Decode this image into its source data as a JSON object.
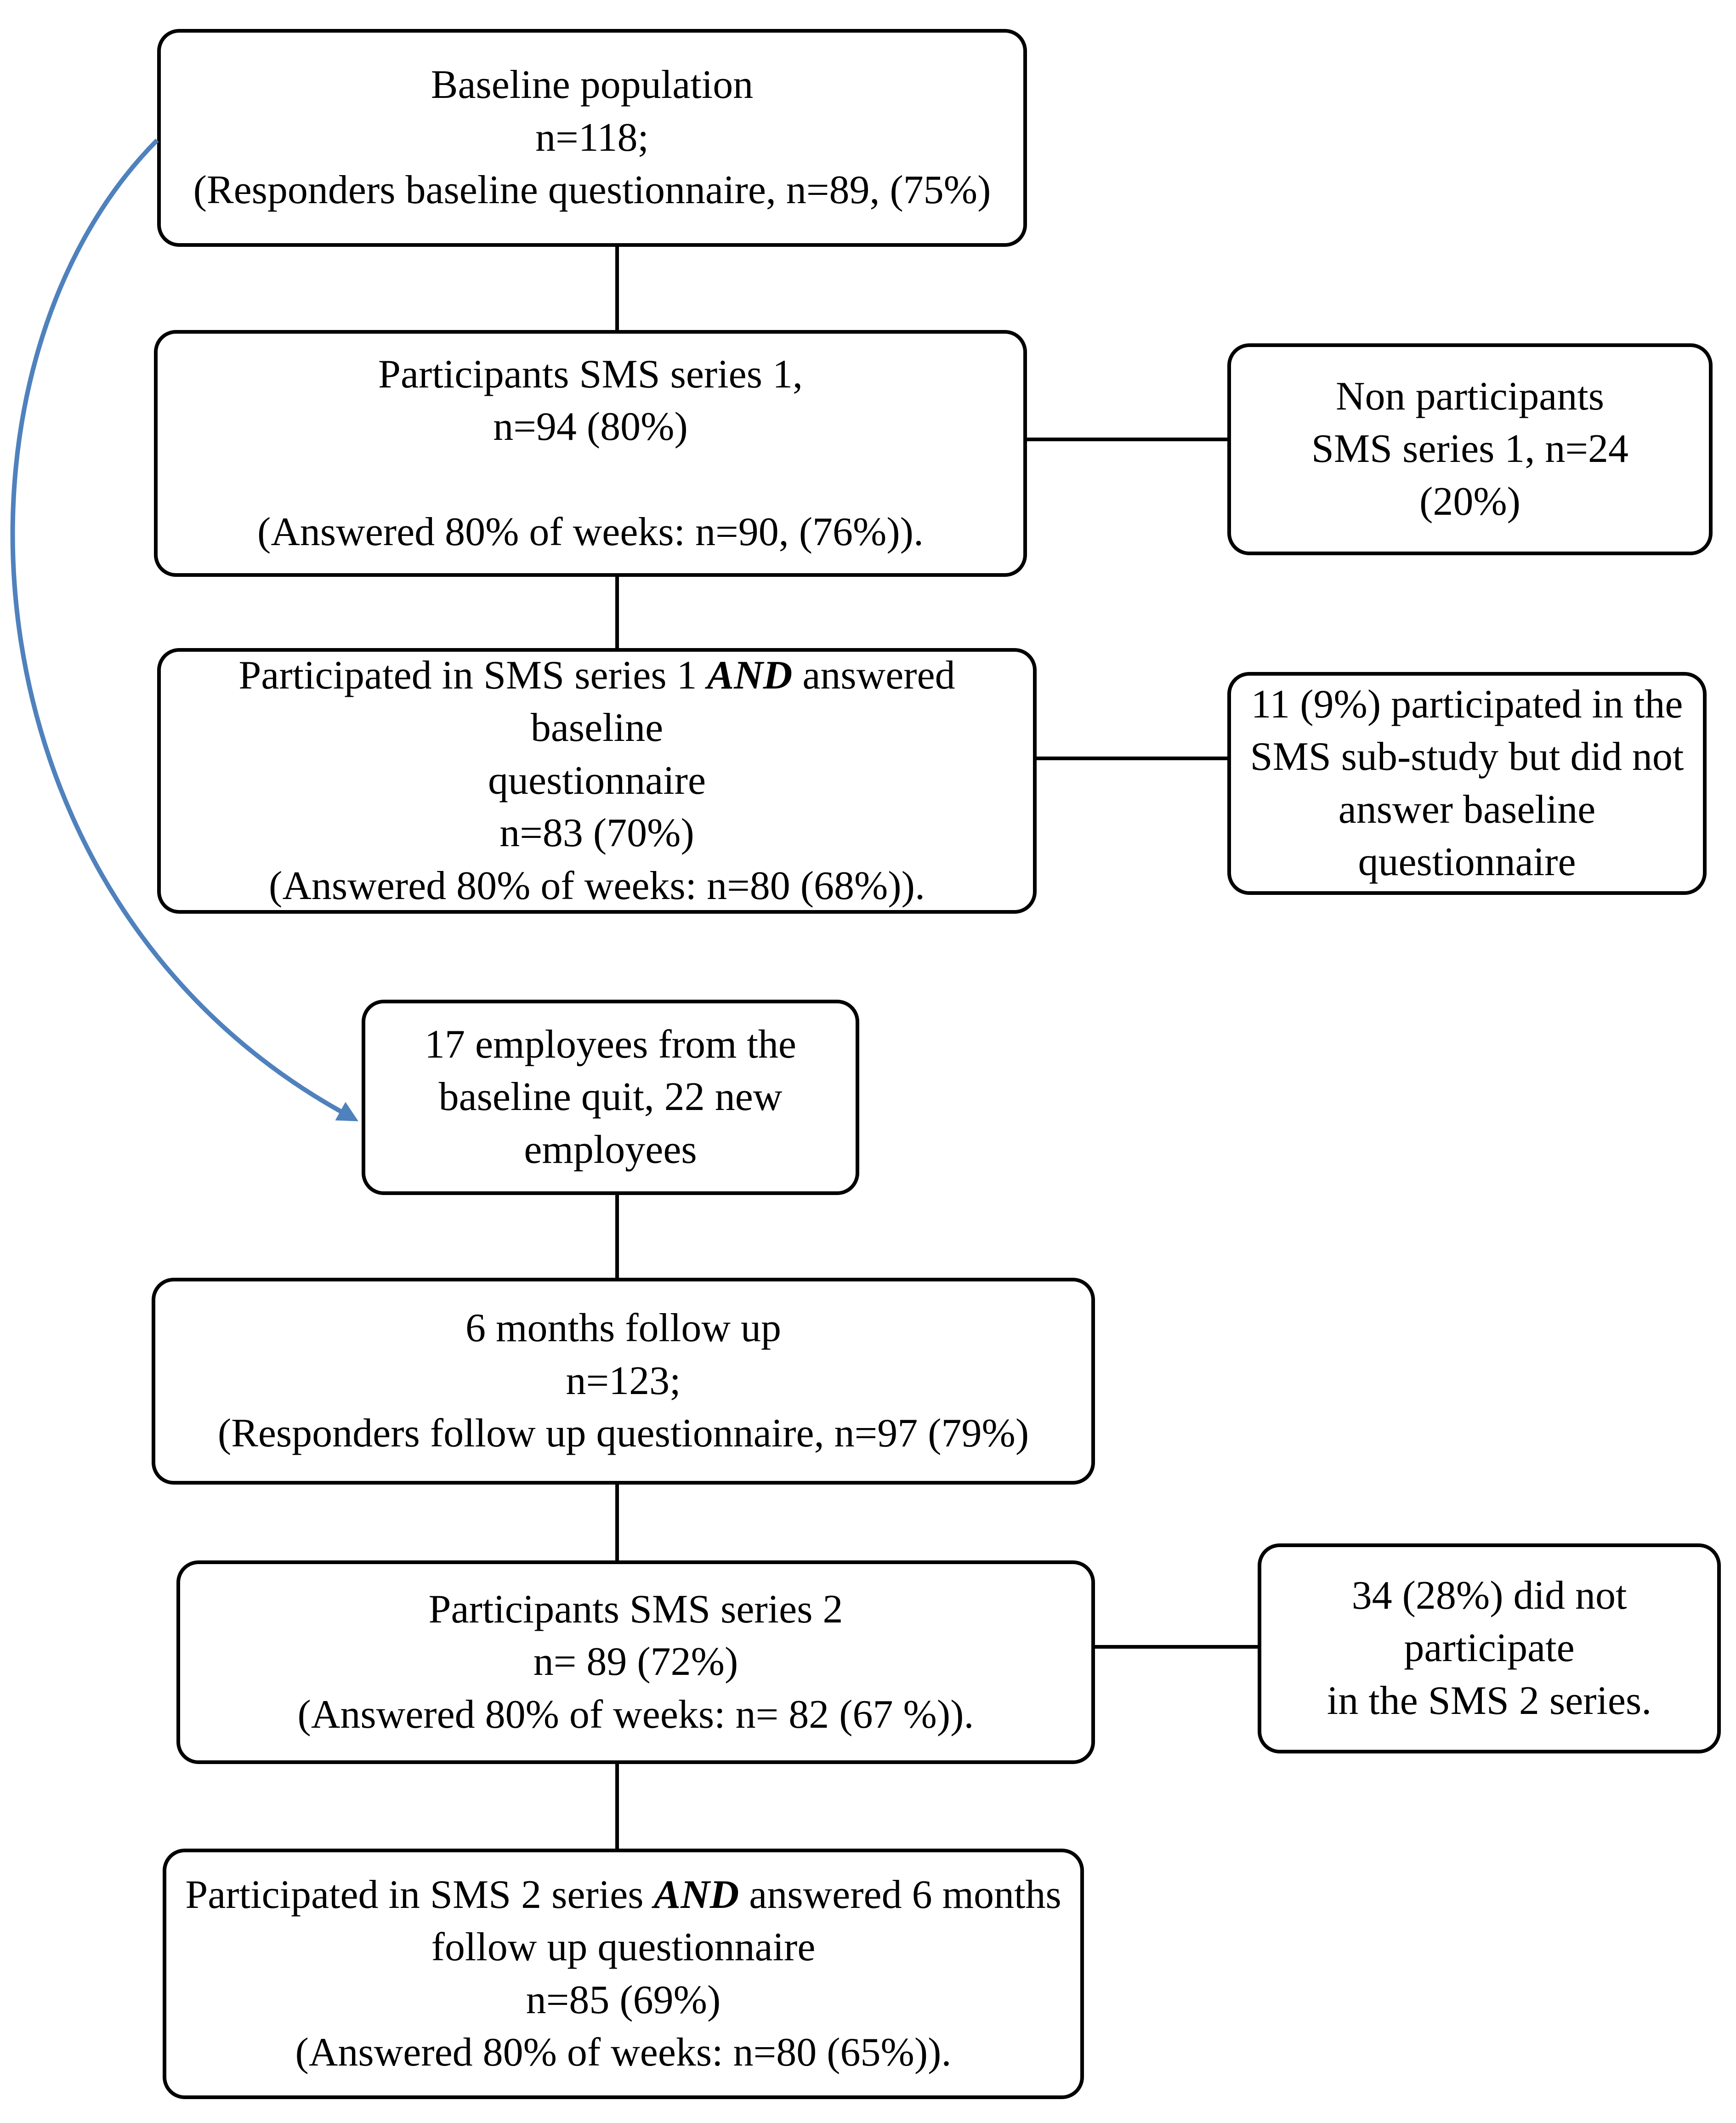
{
  "colors": {
    "arrow": "#4f81bd",
    "line": "#000000",
    "text": "#000000",
    "background": "#ffffff"
  },
  "boxes": {
    "baseline": {
      "lines": [
        "Baseline population",
        "n=118;",
        "(Responders baseline questionnaire, n=89, (75%)"
      ]
    },
    "sms1": {
      "lines": [
        "Participants SMS series 1,",
        "n=94 (80%)",
        " ",
        "(Answered 80% of weeks: n=90, (76%))."
      ]
    },
    "nonparticipants_sms1": {
      "lines": [
        "Non participants",
        "SMS series 1, n=24",
        "(20%)"
      ]
    },
    "sms1_and_baseline": {
      "line1_pre": "Participated in SMS series 1 ",
      "line1_and": "AND",
      "line1_post": " answered baseline",
      "line2": "questionnaire",
      "line3": "n=83 (70%)",
      "line4": "(Answered 80% of weeks: n=80 (68%))."
    },
    "substudy_only": {
      "lines": [
        "11 (9%) participated in the",
        "SMS sub-study but did not",
        "answer baseline questionnaire"
      ]
    },
    "turnover": {
      "lines": [
        "17 employees from the",
        "baseline quit, 22 new",
        "employees"
      ]
    },
    "followup": {
      "lines": [
        "6 months follow up",
        "n=123;",
        "(Responders follow up questionnaire, n=97 (79%)"
      ]
    },
    "sms2": {
      "lines": [
        "Participants SMS series 2",
        "n= 89 (72%)",
        "(Answered 80% of weeks: n= 82 (67 %))."
      ]
    },
    "nonparticipants_sms2": {
      "lines": [
        "34 (28%) did not participate",
        "in the SMS 2 series."
      ]
    },
    "sms2_and_followup": {
      "line1_pre": "Participated in SMS 2 series ",
      "line1_and": "AND",
      "line1_post": " answered 6 months",
      "line2": "follow up questionnaire",
      "line3": "n=85 (69%)",
      "line4": "(Answered 80% of weeks: n=80 (65%))."
    }
  }
}
